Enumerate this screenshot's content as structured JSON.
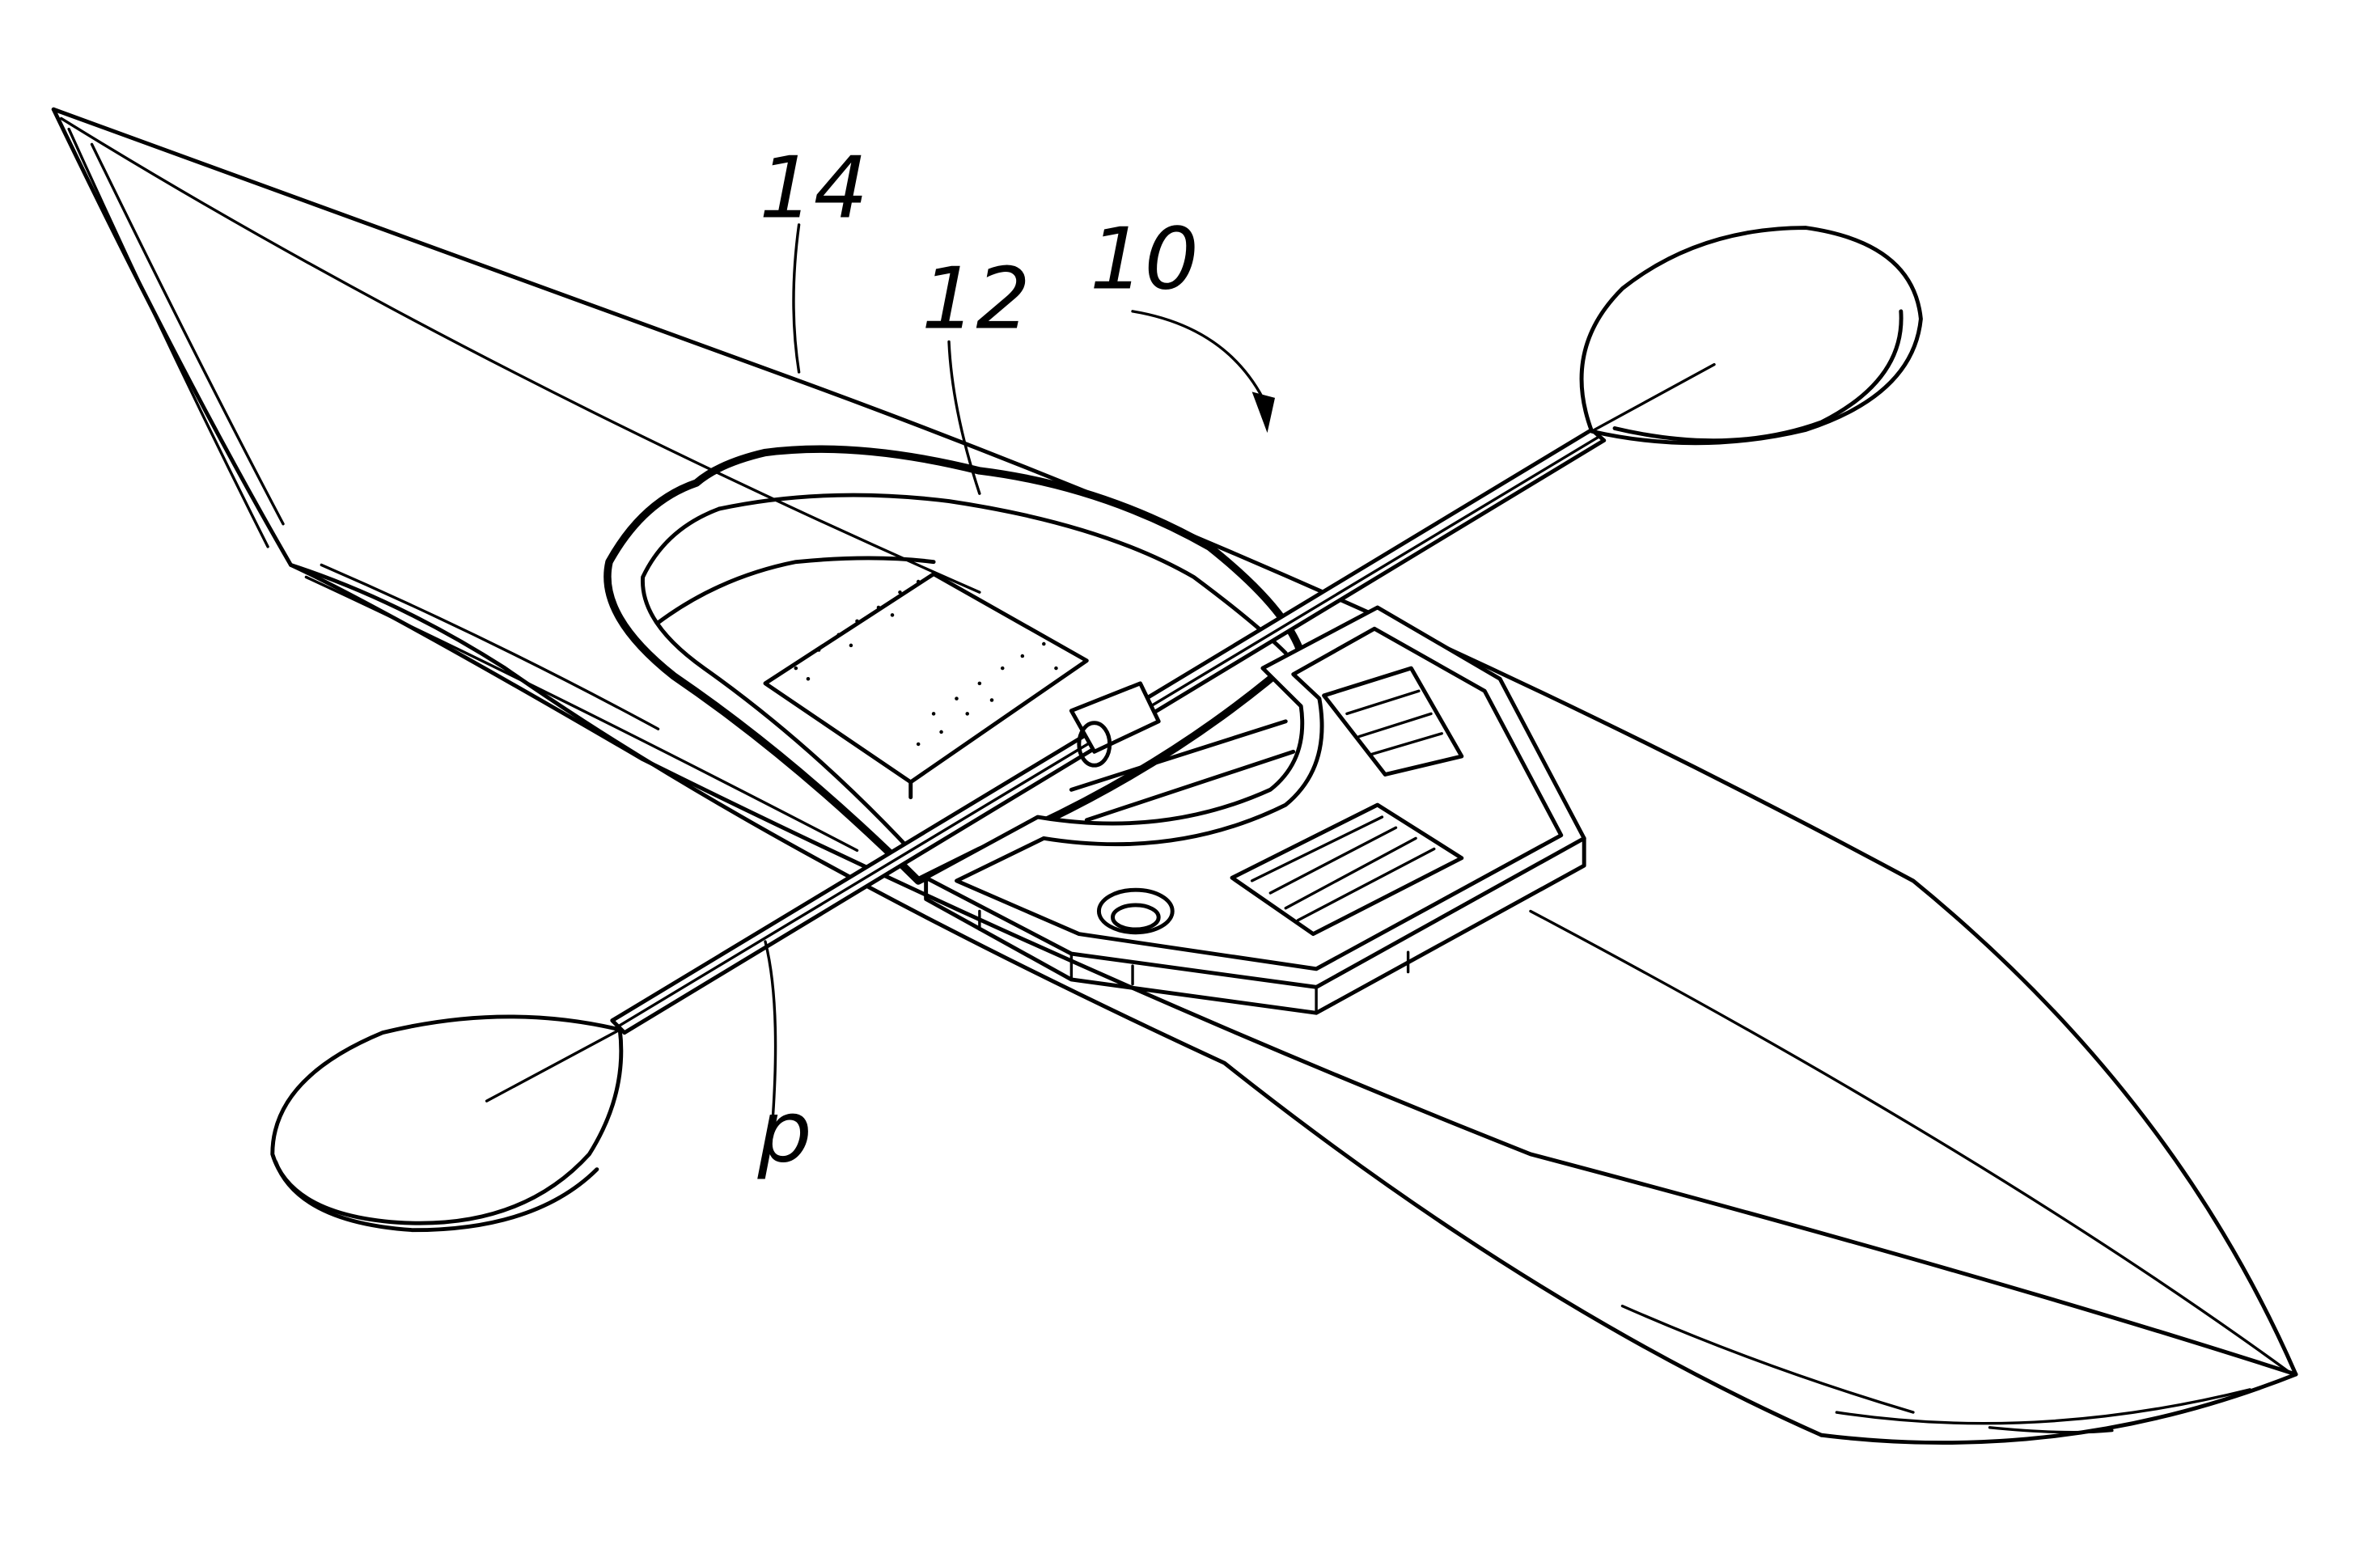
{
  "figure": {
    "labels": {
      "assembly": "10",
      "cockpit_rim": "12",
      "hull": "14",
      "paddle": "p"
    }
  }
}
